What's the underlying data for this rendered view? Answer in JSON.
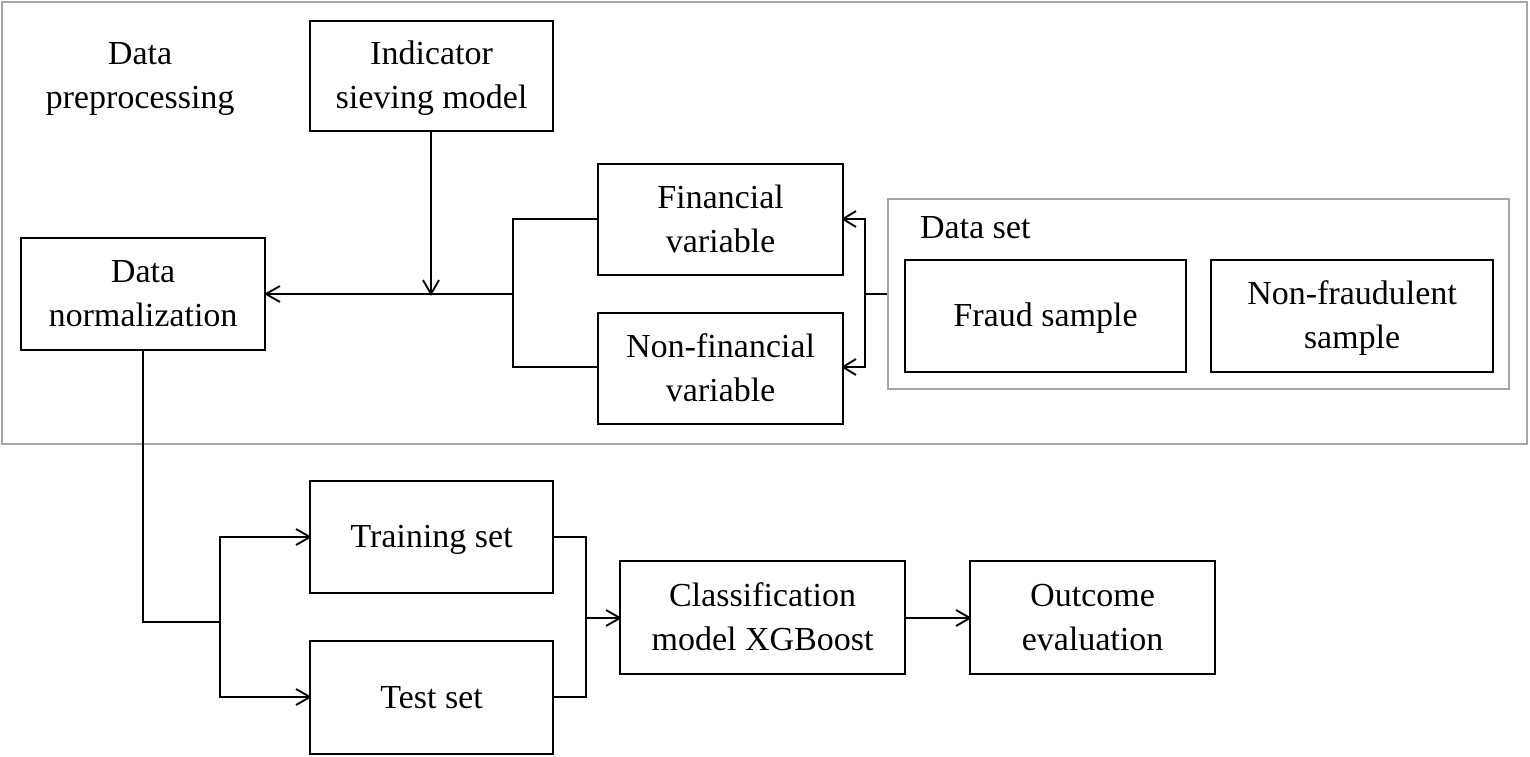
{
  "regions": {
    "preprocessing_label": "Data\npreprocessing",
    "dataset_label": "Data set"
  },
  "nodes": {
    "indicator": "Indicator\nsieving model",
    "normalization": "Data\nnormalization",
    "financial": "Financial\nvariable",
    "nonfinancial": "Non-financial\nvariable",
    "fraud": "Fraud sample",
    "nonfraud": "Non-fraudulent\nsample",
    "training": "Training set",
    "test": "Test set",
    "classifier": "Classification\nmodel XGBoost",
    "outcome": "Outcome\nevaluation"
  },
  "colors": {
    "line": "#000000",
    "region_border": "#a6a6a6"
  }
}
